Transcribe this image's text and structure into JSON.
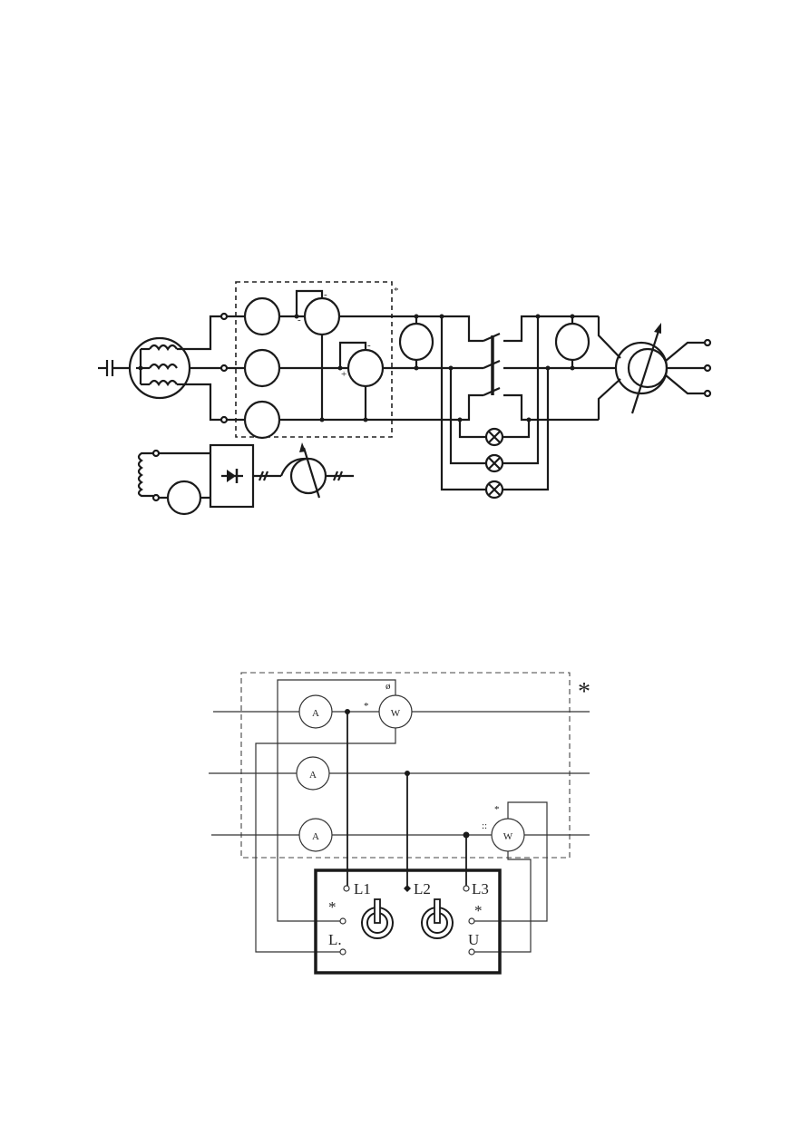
{
  "top_diagram": {
    "box_marker": "*",
    "polarity_marks": [
      "-",
      "-",
      "-",
      "+"
    ]
  },
  "bottom_diagram": {
    "box_marker": "*",
    "ammeter_label": "A",
    "wattmeter_label": "W",
    "wattmeter1_marks": [
      "*",
      "ø"
    ],
    "wattmeter2_marks": [
      "*",
      "::"
    ],
    "terminals": {
      "l1": "L1",
      "l2": "L2",
      "l3": "L3",
      "left_star": "*",
      "left_i": "L.",
      "right_star": "*",
      "right_u": "U"
    }
  }
}
